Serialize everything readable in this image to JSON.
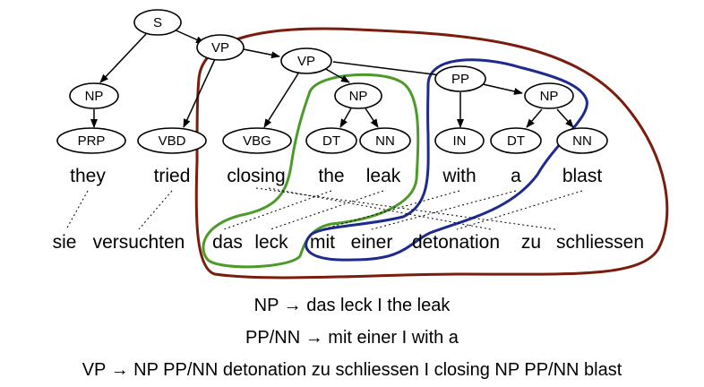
{
  "colors": {
    "outer_blob": "#7a1c0e",
    "np_blob": "#4c9a2a",
    "pp_blob": "#1e2a8c"
  },
  "tree_labels": {
    "s": "S",
    "vp1": "VP",
    "vp2": "VP",
    "np1": "NP",
    "np2": "NP",
    "pp": "PP",
    "np3": "NP",
    "prp": "PRP",
    "vbd": "VBD",
    "vbg": "VBG",
    "dt1": "DT",
    "nn1": "NN",
    "in": "IN",
    "dt2": "DT",
    "nn2": "NN"
  },
  "english_words": [
    "they",
    "tried",
    "closing",
    "the",
    "leak",
    "with",
    "a",
    "blast"
  ],
  "german_words": [
    "sie",
    "versuchten",
    "das",
    "leck",
    "mit",
    "einer",
    "detonation",
    "zu",
    "schliessen"
  ],
  "rules": [
    {
      "lhs": "NP",
      "arrow": "→",
      "source": "das leck",
      "sep": "I",
      "target": "the leak"
    },
    {
      "lhs": "PP/NN",
      "arrow": "→",
      "source": "mit einer",
      "sep": "I",
      "target": "with a"
    },
    {
      "lhs": "VP",
      "arrow": "→",
      "source": "NP PP/NN detonation zu schliessen",
      "sep": "I",
      "target": "closing NP PP/NN blast"
    }
  ]
}
